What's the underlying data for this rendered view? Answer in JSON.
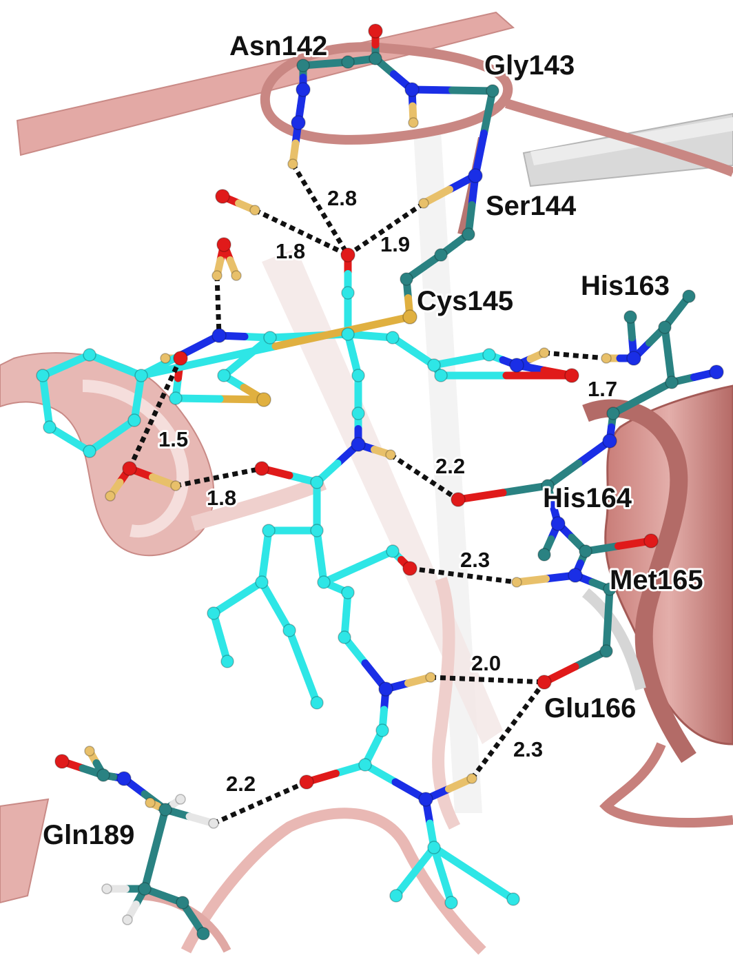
{
  "figure": {
    "residue_labels": [
      "Asn142",
      "Gly143",
      "Ser144",
      "Cys145",
      "His163",
      "His164",
      "Met165",
      "Glu166",
      "Gln189"
    ],
    "distance_labels": [
      "2.8",
      "1.8",
      "1.9",
      "1.5",
      "1.8",
      "1.7",
      "2.2",
      "2.3",
      "2.0",
      "2.3",
      "2.2"
    ]
  },
  "colors": {
    "ribbon": "#dba29e",
    "ribbon_light": "#f1dcda",
    "ribbon_dark": "#a45a56",
    "ligand_carbon": "#2ee6e6",
    "protein_carbon": "#2a8282",
    "nitrogen": "#1a2ee6",
    "oxygen": "#e01a1a",
    "sulfur": "#e0b040",
    "hydrogen": "#e8c06a",
    "hydrogen_white": "#e6e6e6",
    "hbond": "#111111"
  }
}
